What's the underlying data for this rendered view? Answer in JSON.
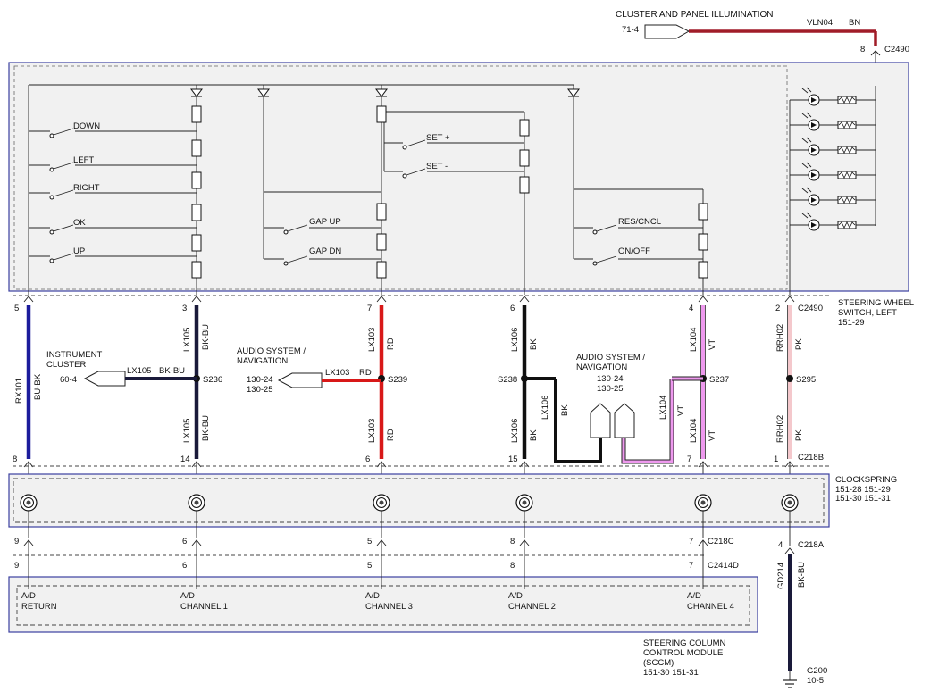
{
  "illumination": {
    "title": "CLUSTER AND PANEL ILLUMINATION",
    "ref": "71-4",
    "circuit": "VLN04",
    "color": "BN",
    "pin": "8",
    "connector": "C2490"
  },
  "switches": {
    "col1": [
      "DOWN",
      "LEFT",
      "RIGHT",
      "OK",
      "UP"
    ],
    "col2": [
      "GAP UP",
      "GAP DN"
    ],
    "col3": [
      "SET +",
      "SET -"
    ],
    "col4": [
      "RES/CNCL",
      "ON/OFF"
    ]
  },
  "steering_wheel_switch": {
    "connector": "C2490",
    "name": "STEERING WHEEL\nSWITCH, LEFT",
    "ref": "151-29"
  },
  "wires": [
    {
      "id": "w1",
      "color_hex": "#1c1c9c",
      "top_pin": "5",
      "bottom_pin": "8",
      "circuit": "RX101",
      "color": "BU-BK",
      "split": false
    },
    {
      "id": "w2",
      "color_hex": "#1a1a3a",
      "top_pin": "3",
      "bottom_pin": "14",
      "circuit": "LX105",
      "color": "BK-BU",
      "split": true,
      "splice": "S236"
    },
    {
      "id": "w3",
      "color_hex": "#d81818",
      "top_pin": "7",
      "bottom_pin": "6",
      "circuit": "LX103",
      "color": "RD",
      "split": true,
      "splice": "S239"
    },
    {
      "id": "w4",
      "color_hex": "#101010",
      "top_pin": "6",
      "bottom_pin": "15",
      "circuit": "LX106",
      "color": "BK",
      "split": true,
      "splice": "S238"
    },
    {
      "id": "w5",
      "color_hex": "#ee99ee",
      "top_pin": "4",
      "bottom_pin": "7",
      "circuit": "LX104",
      "color": "VT",
      "split": true,
      "splice": "S237"
    },
    {
      "id": "w6",
      "color_hex": "#f4c8cc",
      "top_pin": "2",
      "bottom_pin": "1",
      "circuit": "RRH02",
      "color": "PK",
      "split": true,
      "splice": "S295"
    }
  ],
  "instrument_cluster": {
    "name": "INSTRUMENT\nCLUSTER",
    "ref": "60-4",
    "circuit": "LX105",
    "color": "BK-BU"
  },
  "audio_left": {
    "name": "AUDIO SYSTEM /\nNAVIGATION",
    "refs": "130-24\n130-25",
    "circuit": "LX103",
    "color": "RD"
  },
  "audio_right": {
    "name": "AUDIO SYSTEM /\nNAVIGATION",
    "refs": "130-24\n130-25",
    "circuit_a": "LX106",
    "color_a": "BK",
    "circuit_b": "LX104",
    "color_b": "VT"
  },
  "connector_c218b": "C218B",
  "clockspring": {
    "name": "CLOCKSPRING",
    "refs": "151-28  151-29\n151-30  151-31"
  },
  "sccm_pins": [
    {
      "pin": "9",
      "label": "A/D\nRETURN"
    },
    {
      "pin": "6",
      "label": "A/D\nCHANNEL 1"
    },
    {
      "pin": "5",
      "label": "A/D\nCHANNEL 3"
    },
    {
      "pin": "8",
      "label": "A/D\nCHANNEL 2"
    },
    {
      "pin": "7",
      "label": "A/D\nCHANNEL 4"
    }
  ],
  "connector_c218c": "C218C",
  "connector_c2414d": "C2414D",
  "ground": {
    "pin": "4",
    "connector": "C218A",
    "circuit": "GD214",
    "color": "BK-BU",
    "name": "G200",
    "ref": "10-5"
  },
  "sccm": {
    "name": "STEERING COLUMN\nCONTROL MODULE\n(SCCM)",
    "refs": "151-30  151-31"
  }
}
